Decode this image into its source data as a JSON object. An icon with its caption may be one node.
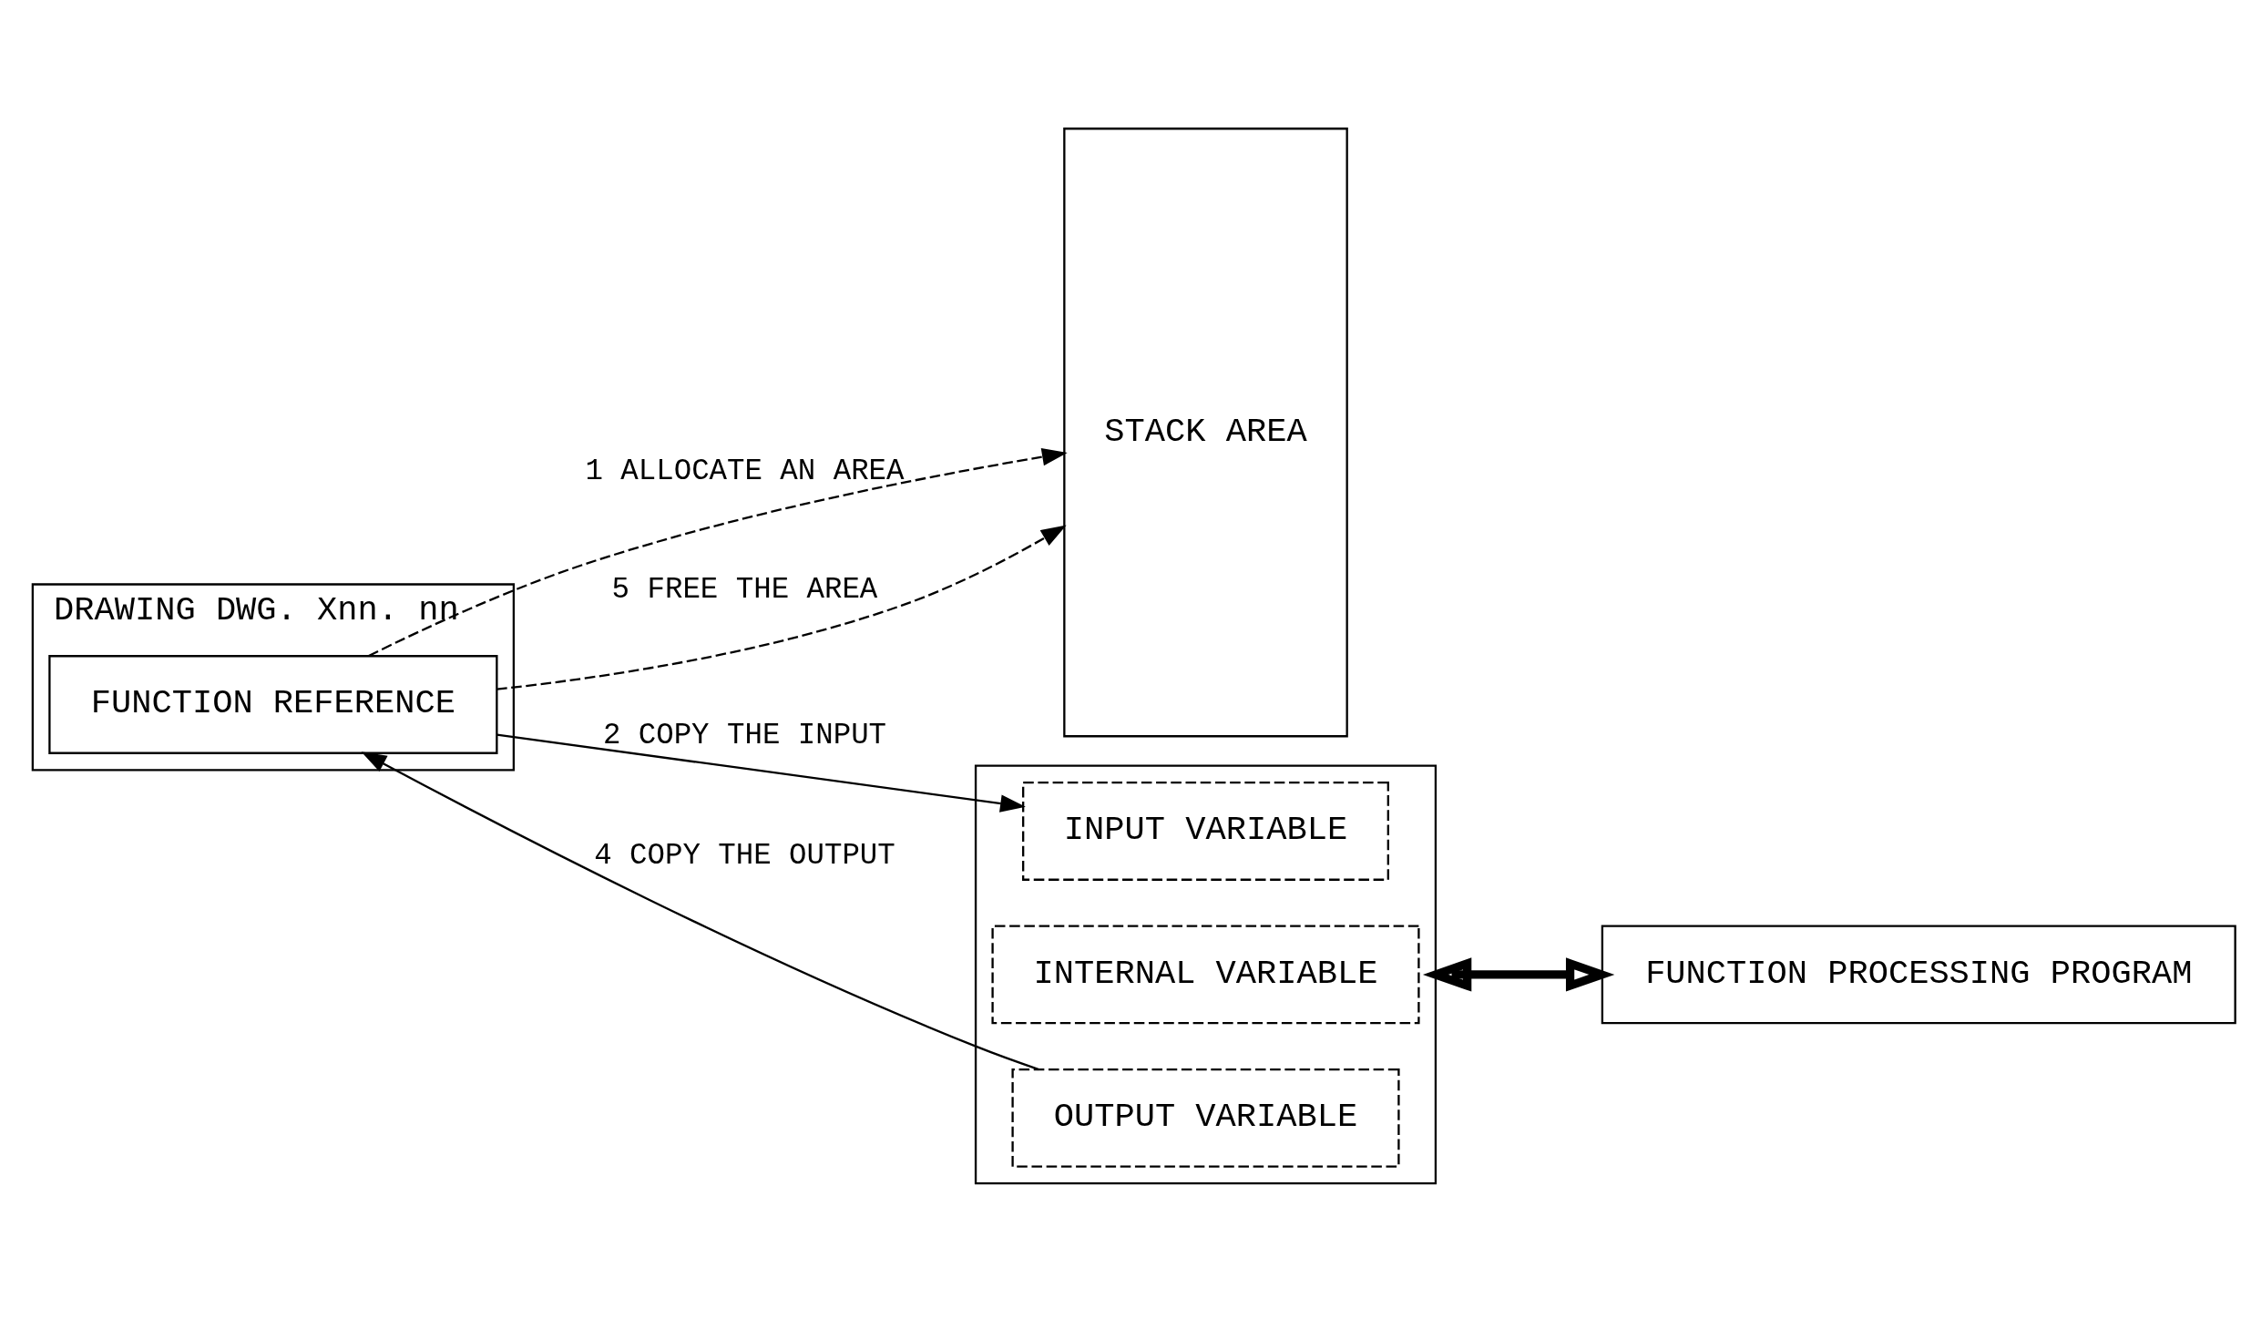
{
  "diagram": {
    "nodes": [
      {
        "text": [
          "DRAWING DWG. Xnn. nn"
        ]
      },
      {
        "text": [
          "FUNCTION REFERENCE"
        ],
        "in": 0
      },
      {
        "text": [
          "STACK AREA"
        ]
      },
      {
        "text": [],
        "shape": "box"
      },
      {
        "text": [
          "INPUT VARIABLE"
        ],
        "in": 3
      },
      {
        "text": [
          "INTERNAL VARIABLE"
        ],
        "in": 3
      },
      {
        "text": [
          "OUTPUT VARIABLE"
        ],
        "in": 3
      },
      {
        "text": [
          "FUNCTION PROCESSING PROGRAM"
        ]
      }
    ],
    "edges": [
      {
        "from": 1,
        "to": 2,
        "arrow": "to",
        "label": "1 ALLOCATE AN AREA",
        "style": "dashed"
      },
      {
        "from": 1,
        "to": 4,
        "arrow": "to",
        "label": "2 COPY THE INPUT"
      },
      {
        "from": 6,
        "to": 1,
        "arrow": "to",
        "label": "4 COPY THE OUTPUT"
      },
      {
        "from": 1,
        "to": 2,
        "arrow": "to",
        "label": "5 FREE THE AREA",
        "style": "dashed"
      },
      {
        "from": 3,
        "to": 7,
        "arrow": "both",
        "style": "thick"
      }
    ]
  }
}
